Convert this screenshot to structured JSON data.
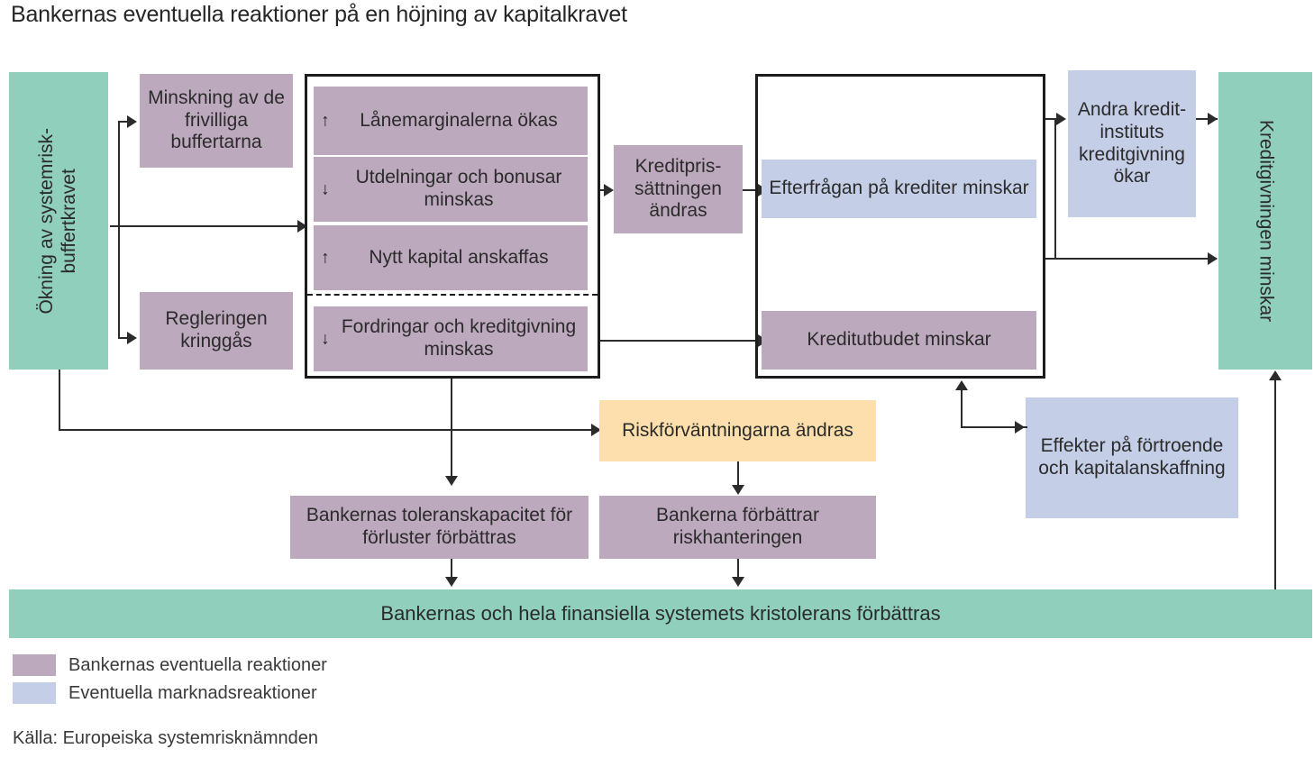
{
  "title": "Bankernas eventuella reaktioner på en höjning av kapitalkravet",
  "colors": {
    "purple": "#bda9bd",
    "blue": "#c4cee6",
    "green": "#8fcfbc",
    "orange": "#fcdfac",
    "line": "#2b2b2b",
    "border": "#1c1c1c"
  },
  "nodes": {
    "trigger": "Ökning av systemrisk-\nbuffertkravet",
    "minskning_buffertar": "Minskning av de frivilliga buffertarna",
    "reglering_kringgas": "Regleringen kringgås",
    "lanemarginaler": "Lånemarginalerna ökas",
    "utdelningar": "Utdelningar och bonusar minskas",
    "nytt_kapital": "Nytt kapital anskaffas",
    "fordringar": "Fordringar och kreditgivning minskas",
    "kreditprissattning": "Kreditpris-sättningen ändras",
    "efterfragan": "Efterfrågan på krediter minskar",
    "kreditutbudet": "Kreditutbudet minskar",
    "andra_kreditinstitut": "Andra kredit-instituts kreditgivning ökar",
    "kreditgivningen_minskar": "Kreditgivningen minskar",
    "riskforvantningarna": "Riskförväntningarna ändras",
    "toleranskapacitet": "Bankernas toleranskapacitet för förluster förbättras",
    "riskhantering": "Bankerna förbättrar riskhanteringen",
    "effekter_fortroende": "Effekter på förtroende och kapitalanskaffning",
    "kristolerans": "Bankernas och hela finansiella systemets kristolerans förbättras"
  },
  "direction_marks": {
    "lanemarginaler": "↑",
    "utdelningar": "↓",
    "nytt_kapital": "↑",
    "fordringar": "↓"
  },
  "legend": [
    {
      "color": "#bda9bd",
      "label": "Bankernas eventuella reaktioner"
    },
    {
      "color": "#c4cee6",
      "label": "Eventuella marknadsreaktioner"
    }
  ],
  "source": "Källa: Europeiska systemrisknämnden"
}
